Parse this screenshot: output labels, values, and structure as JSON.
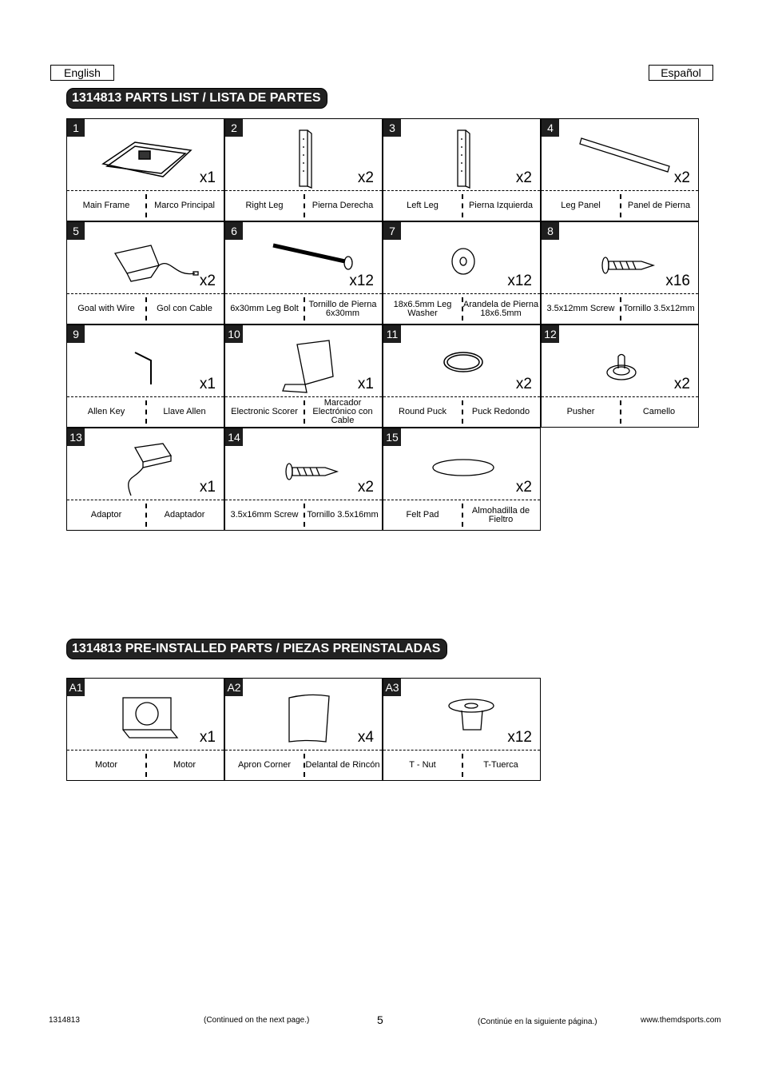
{
  "header": {
    "lang_en": "English",
    "lang_es": "Español"
  },
  "parts_title": "1314813 PARTS LIST / LISTA DE PARTES",
  "parts": [
    {
      "num": "1",
      "qty": "x1",
      "en": "Main Frame",
      "es": "Marco Principal",
      "icon": "main-frame-icon"
    },
    {
      "num": "2",
      "qty": "x2",
      "en": "Right Leg",
      "es": "Pierna Derecha",
      "icon": "leg-icon"
    },
    {
      "num": "3",
      "qty": "x2",
      "en": "Left Leg",
      "es": "Pierna Izquierda",
      "icon": "leg-icon"
    },
    {
      "num": "4",
      "qty": "x2",
      "en": "Leg Panel",
      "es": "Panel de Pierna",
      "icon": "leg-panel-icon"
    },
    {
      "num": "5",
      "qty": "x2",
      "en": "Goal with Wire",
      "es": "Gol con Cable",
      "icon": "goal-wire-icon"
    },
    {
      "num": "6",
      "qty": "x12",
      "en": "6x30mm Leg Bolt",
      "es": "Tornillo de Pierna 6x30mm",
      "icon": "bolt-icon"
    },
    {
      "num": "7",
      "qty": "x12",
      "en": "18x6.5mm Leg Washer",
      "es": "Arandela de Pierna 18x6.5mm",
      "icon": "washer-icon"
    },
    {
      "num": "8",
      "qty": "x16",
      "en": "3.5x12mm Screw",
      "es": "Tornillo 3.5x12mm",
      "icon": "screw-icon"
    },
    {
      "num": "9",
      "qty": "x1",
      "en": "Allen Key",
      "es": "Llave Allen",
      "icon": "allen-key-icon"
    },
    {
      "num": "10",
      "qty": "x1",
      "en": "Electronic Scorer",
      "es": "Marcador Electrónico con Cable",
      "icon": "scorer-icon"
    },
    {
      "num": "11",
      "qty": "x2",
      "en": "Round Puck",
      "es": "Puck Redondo",
      "icon": "puck-icon"
    },
    {
      "num": "12",
      "qty": "x2",
      "en": "Pusher",
      "es": "Camello",
      "icon": "pusher-icon"
    },
    {
      "num": "13",
      "qty": "x1",
      "en": "Adaptor",
      "es": "Adaptador",
      "icon": "adaptor-icon"
    },
    {
      "num": "14",
      "qty": "x2",
      "en": "3.5x16mm Screw",
      "es": "Tornillo 3.5x16mm",
      "icon": "screw-icon"
    },
    {
      "num": "15",
      "qty": "x2",
      "en": "Felt Pad",
      "es": "Almohadilla de Fieltro",
      "icon": "felt-pad-icon"
    }
  ],
  "preinstalled_title": "1314813 PRE-INSTALLED PARTS / PIEZAS PREINSTALADAS",
  "preinstalled": [
    {
      "num": "A1",
      "qty": "x1",
      "en": "Motor",
      "es": "Motor",
      "icon": "motor-icon"
    },
    {
      "num": "A2",
      "qty": "x4",
      "en": "Apron Corner",
      "es": "Delantal de Rincón",
      "icon": "apron-corner-icon"
    },
    {
      "num": "A3",
      "qty": "x12",
      "en": "T - Nut",
      "es": "T-Tuerca",
      "icon": "t-nut-icon"
    }
  ],
  "footer": {
    "model": "1314813",
    "continued_en": "(Continued on the next page.)",
    "page": "5",
    "continued_es": "(Continúe en la siguiente página.)",
    "website": "www.themdsports.com"
  }
}
